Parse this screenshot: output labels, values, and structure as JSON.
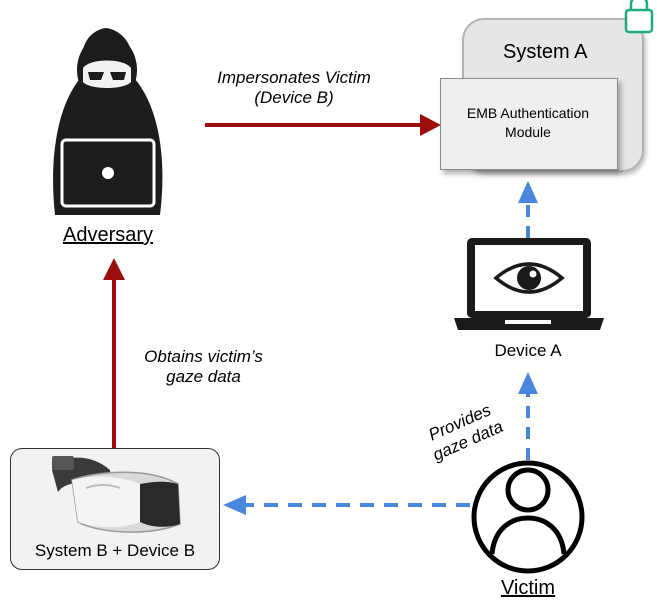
{
  "diagram": {
    "system_a": {
      "title": "System A",
      "module_label_line1": "EMB Authentication",
      "module_label_line2": "Module"
    },
    "adversary": {
      "label": "Adversary"
    },
    "device_a": {
      "label": "Device A"
    },
    "system_b": {
      "label": "System B + Device B"
    },
    "victim": {
      "label": "Victim"
    },
    "edges": {
      "impersonates_line1": "Impersonates Victim",
      "impersonates_line2": "(Device B)",
      "obtains_line1": "Obtains victim’s",
      "obtains_line2": "gaze data",
      "provides_line1": "Provides",
      "provides_line2": "gaze data"
    },
    "colors": {
      "attack_arrow": "#9b0d0d",
      "data_arrow": "#4a86dc",
      "lock": "#1faa7a"
    },
    "icons": [
      "lock-icon",
      "hacker-icon",
      "laptop-eye-icon",
      "vr-headset-icon",
      "user-icon"
    ]
  }
}
